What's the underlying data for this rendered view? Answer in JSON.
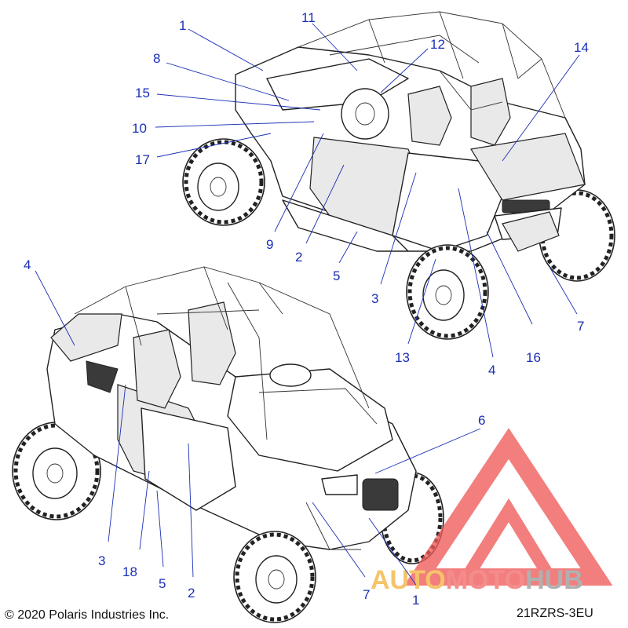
{
  "callouts_upper": [
    {
      "id": "u1",
      "label": "1"
    },
    {
      "id": "u8",
      "label": "8"
    },
    {
      "id": "u15",
      "label": "15"
    },
    {
      "id": "u10",
      "label": "10"
    },
    {
      "id": "u17",
      "label": "17"
    },
    {
      "id": "u11",
      "label": "11"
    },
    {
      "id": "u12",
      "label": "12"
    },
    {
      "id": "u14",
      "label": "14"
    },
    {
      "id": "u9",
      "label": "9"
    },
    {
      "id": "u2",
      "label": "2"
    },
    {
      "id": "u5",
      "label": "5"
    },
    {
      "id": "u3",
      "label": "3"
    },
    {
      "id": "u13",
      "label": "13"
    },
    {
      "id": "u4",
      "label": "4"
    },
    {
      "id": "u16",
      "label": "16"
    },
    {
      "id": "u7",
      "label": "7"
    }
  ],
  "callouts_lower": [
    {
      "id": "l4",
      "label": "4"
    },
    {
      "id": "l6",
      "label": "6"
    },
    {
      "id": "l3",
      "label": "3"
    },
    {
      "id": "l18",
      "label": "18"
    },
    {
      "id": "l5",
      "label": "5"
    },
    {
      "id": "l2",
      "label": "2"
    },
    {
      "id": "l7",
      "label": "7"
    },
    {
      "id": "l1",
      "label": "1"
    }
  ],
  "copyright": "© 2020 Polaris Industries Inc.",
  "diagram_code": "21RZRS-3EU",
  "watermark": {
    "part1": "AUTO",
    "part2": "MOTO",
    "part3": "HUB",
    "colors": {
      "auto": "#f3b441",
      "moto": "#f26d6d",
      "hub": "#9a9a9a",
      "triangle": "#f05a5a"
    }
  }
}
